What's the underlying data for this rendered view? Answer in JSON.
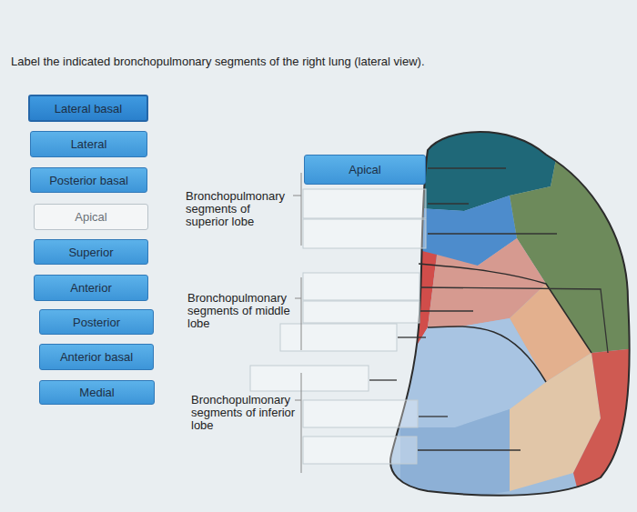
{
  "diagram": {
    "title": "Label the indicated bronchopulmonary segments of the right lung (lateral view).",
    "nodes": [
      {
        "text": [
          "Lateral basal"
        ]
      },
      {
        "text": [
          "Lateral"
        ]
      },
      {
        "text": [
          "Posterior basal"
        ]
      },
      {
        "text": [
          "Apical"
        ]
      },
      {
        "text": [
          "Superior"
        ]
      },
      {
        "text": [
          "Anterior"
        ]
      },
      {
        "text": [
          "Posterior"
        ]
      },
      {
        "text": [
          "Anterior basal"
        ]
      },
      {
        "text": [
          "Medial"
        ]
      },
      {
        "text": [
          "Apical"
        ]
      }
    ],
    "labels": [
      "Bronchopulmonary segments of superior lobe",
      "Bronchopulmonary segments of middle lobe",
      "Bronchopulmonary segments of inferior lobe"
    ]
  }
}
